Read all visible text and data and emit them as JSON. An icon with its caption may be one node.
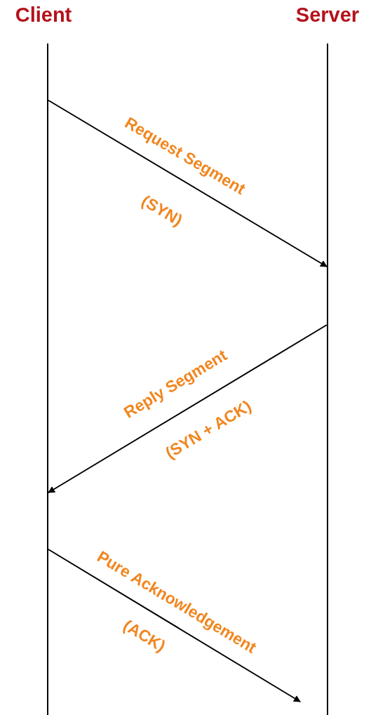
{
  "diagram": {
    "nodes": [
      {
        "text": [
          "Client"
        ]
      },
      {
        "text": [
          "Server"
        ]
      },
      {
        "text": [],
        "shape": "line"
      },
      {
        "text": [],
        "shape": "line"
      }
    ],
    "edges": [
      {
        "from": 2,
        "to": 3,
        "arrow": "to",
        "label": "Request Segment"
      },
      {
        "from": 3,
        "to": 2,
        "arrow": "to",
        "label": "Reply Segment"
      },
      {
        "from": 2,
        "to": null,
        "arrow": "to",
        "label": "Pure Acknowledgement"
      }
    ],
    "labels": [
      "(SYN)",
      "(SYN + ACK)",
      "(ACK)"
    ]
  }
}
